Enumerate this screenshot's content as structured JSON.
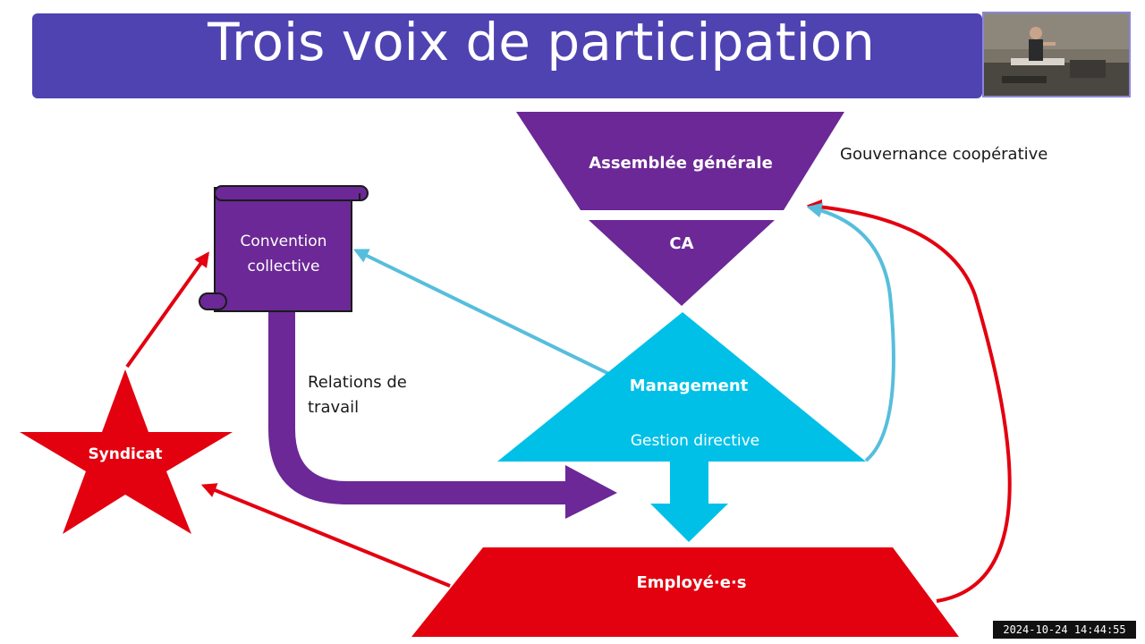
{
  "slide": {
    "title": "Trois voix de participation"
  },
  "nodes": {
    "assemblee": "Assemblée générale",
    "ca": "CA",
    "management": "Management",
    "management_sub": "Gestion directive",
    "employes": "Employé·e·s",
    "convention_line1": "Convention",
    "convention_line2": "collective",
    "syndicat": "Syndicat"
  },
  "labels": {
    "gouvernance": "Gouvernance coopérative",
    "relations_line1": "Relations de",
    "relations_line2": "travail"
  },
  "colors": {
    "title_bar": "#4f43b2",
    "purple": "#6b2896",
    "cyan": "#00c0e8",
    "light_blue_arrow": "#56bedc",
    "red": "#e3000f"
  },
  "overlay": {
    "timestamp": "2024-10-24 14:44:55"
  }
}
